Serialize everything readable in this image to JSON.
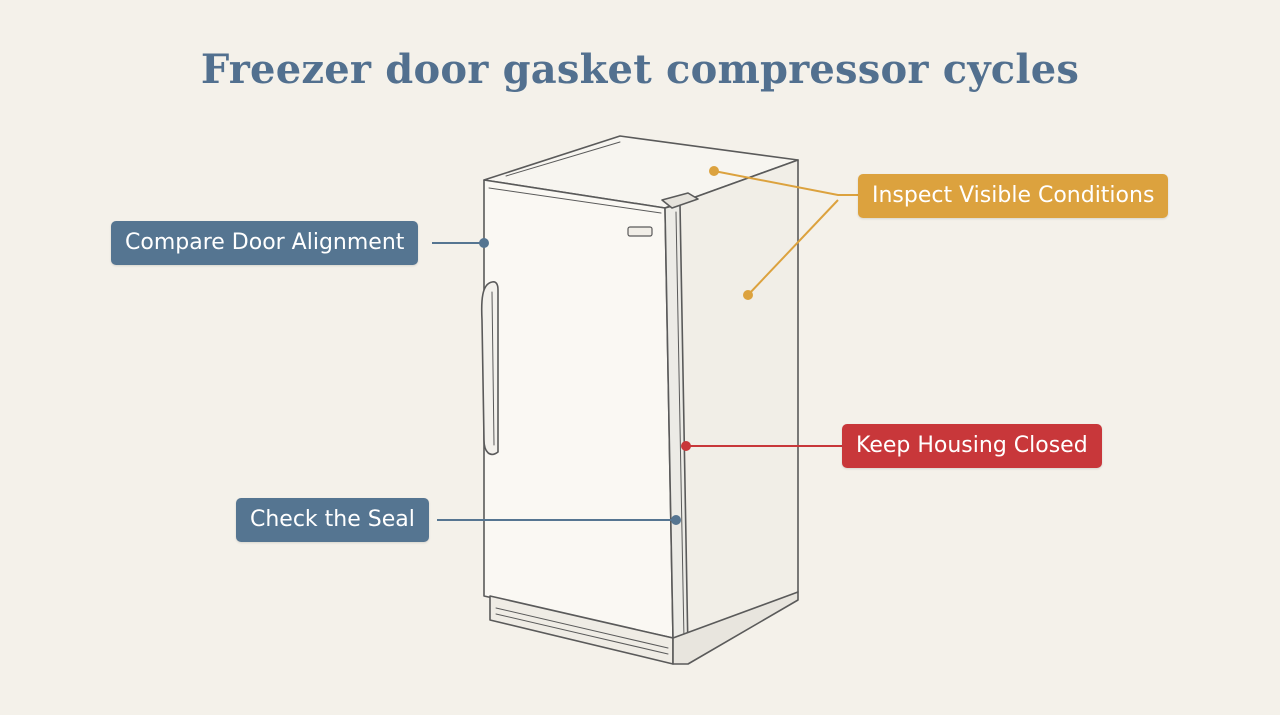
{
  "title": "Freezer door gasket compressor cycles",
  "colors": {
    "background": "#f4f1ea",
    "title": "#52708f",
    "blue_callout": "#557591",
    "orange_callout": "#dca23e",
    "red_callout": "#c8373a",
    "sketch_line": "#5a5a5a"
  },
  "callouts": {
    "compare_door_alignment": "Compare Door Alignment",
    "check_the_seal": "Check the Seal",
    "inspect_visible_conditions": "Inspect Visible Conditions",
    "keep_housing_closed": "Keep Housing Closed"
  }
}
